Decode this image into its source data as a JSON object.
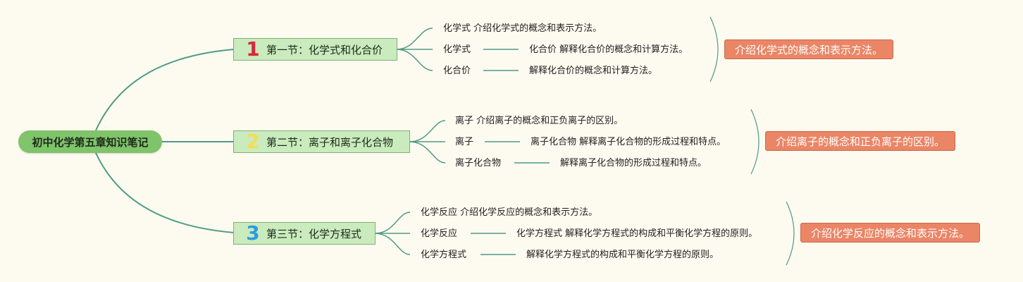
{
  "root": {
    "title": "初中化学第五章知识笔记"
  },
  "sections": [
    {
      "number": "1",
      "title": "第一节：化学式和化合价",
      "number_color": "#d8283a",
      "items": {
        "line1": "化学式 介绍化学式的概念和表示方法。",
        "a_label": "化学式",
        "a_detail": "化合价 解释化合价的概念和计算方法。",
        "b_label": "化合价",
        "b_detail": "解释化合价的概念和计算方法。"
      },
      "summary": "介绍化学式的概念和表示方法。"
    },
    {
      "number": "2",
      "title": "第二节：离子和离子化合物",
      "number_color": "#f3dd58",
      "items": {
        "line1": "离子 介绍离子的概念和正负离子的区别。",
        "a_label": "离子",
        "a_detail": "离子化合物 解释离子化合物的形成过程和特点。",
        "b_label": "离子化合物",
        "b_detail": "解释离子化合物的形成过程和特点。"
      },
      "summary": "介绍离子的概念和正负离子的区别。"
    },
    {
      "number": "3",
      "title": "第三节：化学方程式",
      "number_color": "#2f9be0",
      "items": {
        "line1": "化学反应 介绍化学反应的概念和表示方法。",
        "a_label": "化学反应",
        "a_detail": "化学方程式 解释化学方程式的构成和平衡化学方程的原则。",
        "b_label": "化学方程式",
        "b_detail": "解释化学方程式的构成和平衡化学方程的原则。"
      },
      "summary": "介绍化学反应的概念和表示方法。"
    }
  ],
  "colors": {
    "background": "#fdfbf0",
    "root_fill": "#7fc36a",
    "section_fill": "#c9ebbd",
    "connector": "#4f9a86",
    "summary_fill": "#ea8566"
  }
}
